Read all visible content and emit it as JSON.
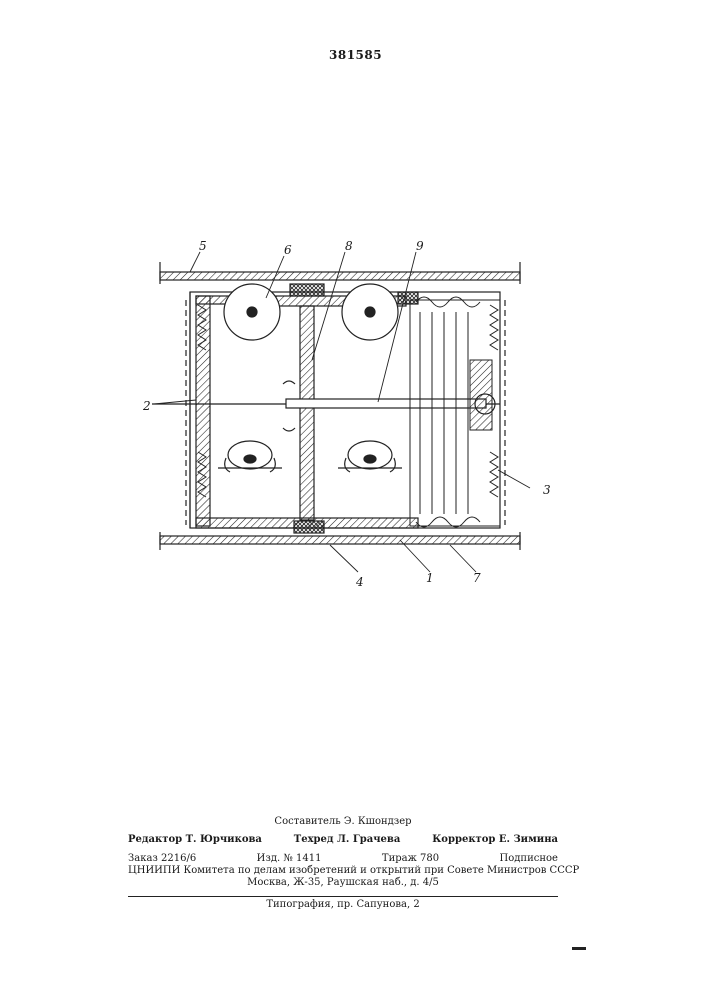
{
  "document": {
    "patent_number": "381585"
  },
  "figure": {
    "labels": {
      "l1": "1",
      "l2": "2",
      "l3": "3",
      "l4": "4",
      "l5": "5",
      "l6": "6",
      "l7": "7",
      "l8": "8",
      "l9": "9"
    }
  },
  "imprint": {
    "compiler": "Составитель Э. Кшондзер",
    "editor": "Редактор Т. Юрчикова",
    "techred": "Техред Л. Грачева",
    "corrector": "Корректор Е. Зимина",
    "order": "Заказ 2216/6",
    "edition": "Изд. № 1411",
    "circulation": "Тираж 780",
    "subscription": "Подписное",
    "institute": "ЦНИИПИ Комитета по делам изобретений и открытий при Совете Министров СССР",
    "address": "Москва, Ж-35, Раушская наб., д. 4/5",
    "printer": "Типография, пр. Сапунова, 2"
  }
}
